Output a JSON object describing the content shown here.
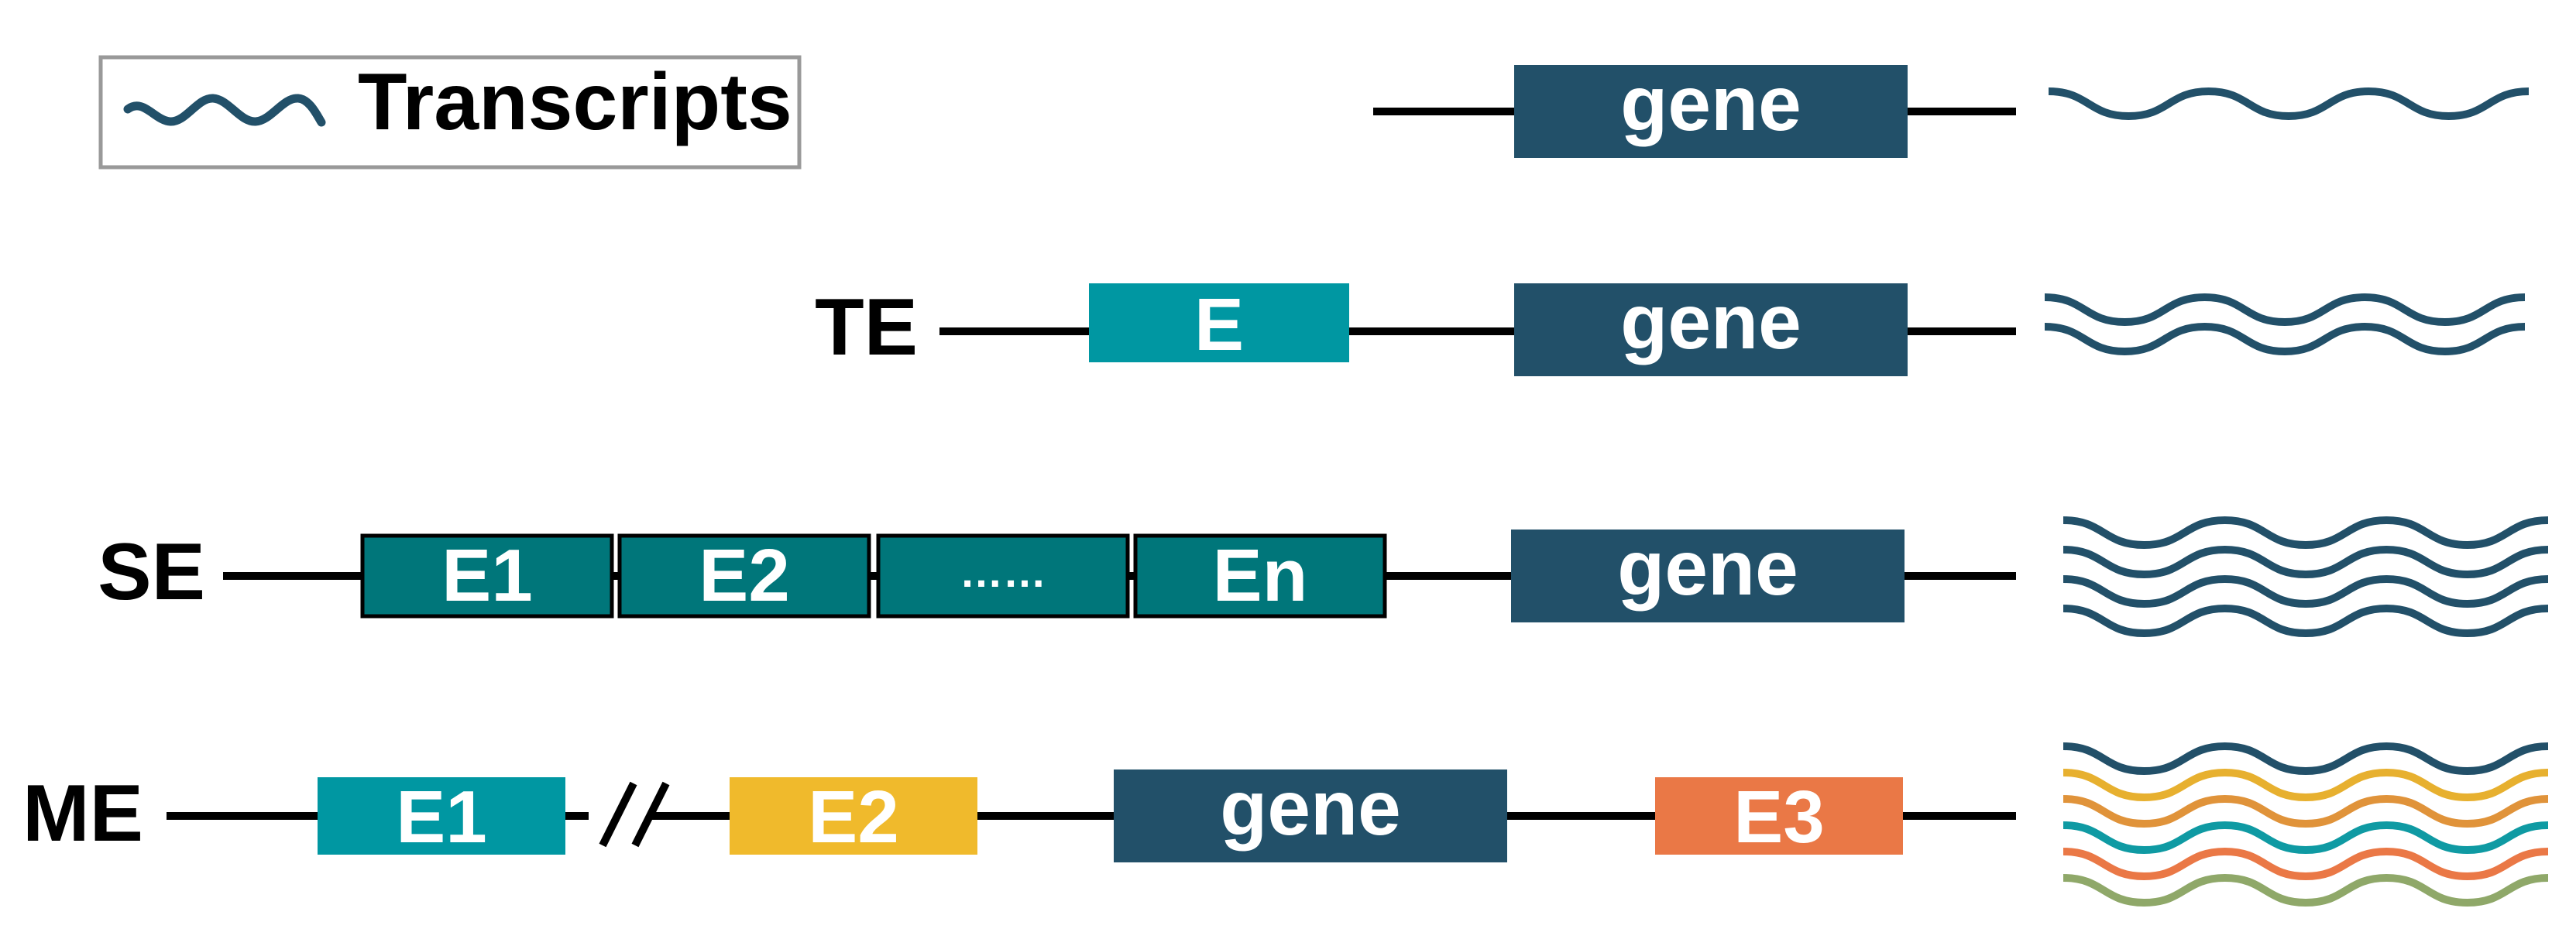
{
  "colors": {
    "gene": "#225069",
    "te_enhancer": "#0097a2",
    "se_enhancer": "#00767a",
    "me_e1": "#0097a2",
    "me_e2": "#f0ba2c",
    "me_e3": "#ea7846",
    "line": "#000000",
    "legend_border": "#999999",
    "transcript_main": "#225069",
    "transcript_palette": [
      "#225069",
      "#e7b02f",
      "#e0933a",
      "#0f9aa3",
      "#ea7846",
      "#8fa869"
    ]
  },
  "legend": {
    "label": "Transcripts",
    "icon": "wavy-transcript-icon"
  },
  "rows": [
    {
      "id": "baseline",
      "label": "",
      "gene_label": "gene",
      "enhancers": [],
      "transcript_count": 1
    },
    {
      "id": "te",
      "label": "TE",
      "gene_label": "gene",
      "enhancers": [
        {
          "label": "E"
        }
      ],
      "transcript_count": 2
    },
    {
      "id": "se",
      "label": "SE",
      "gene_label": "gene",
      "enhancers": [
        {
          "label": "E1"
        },
        {
          "label": "E2"
        },
        {
          "label": "……"
        },
        {
          "label": "En"
        }
      ],
      "transcript_count": 4
    },
    {
      "id": "me",
      "label": "ME",
      "gene_label": "gene",
      "enhancers": [
        {
          "label": "E1"
        },
        {
          "label": "E2"
        },
        {
          "label": "E3"
        }
      ],
      "transcript_count": 6,
      "has_break": true
    }
  ]
}
